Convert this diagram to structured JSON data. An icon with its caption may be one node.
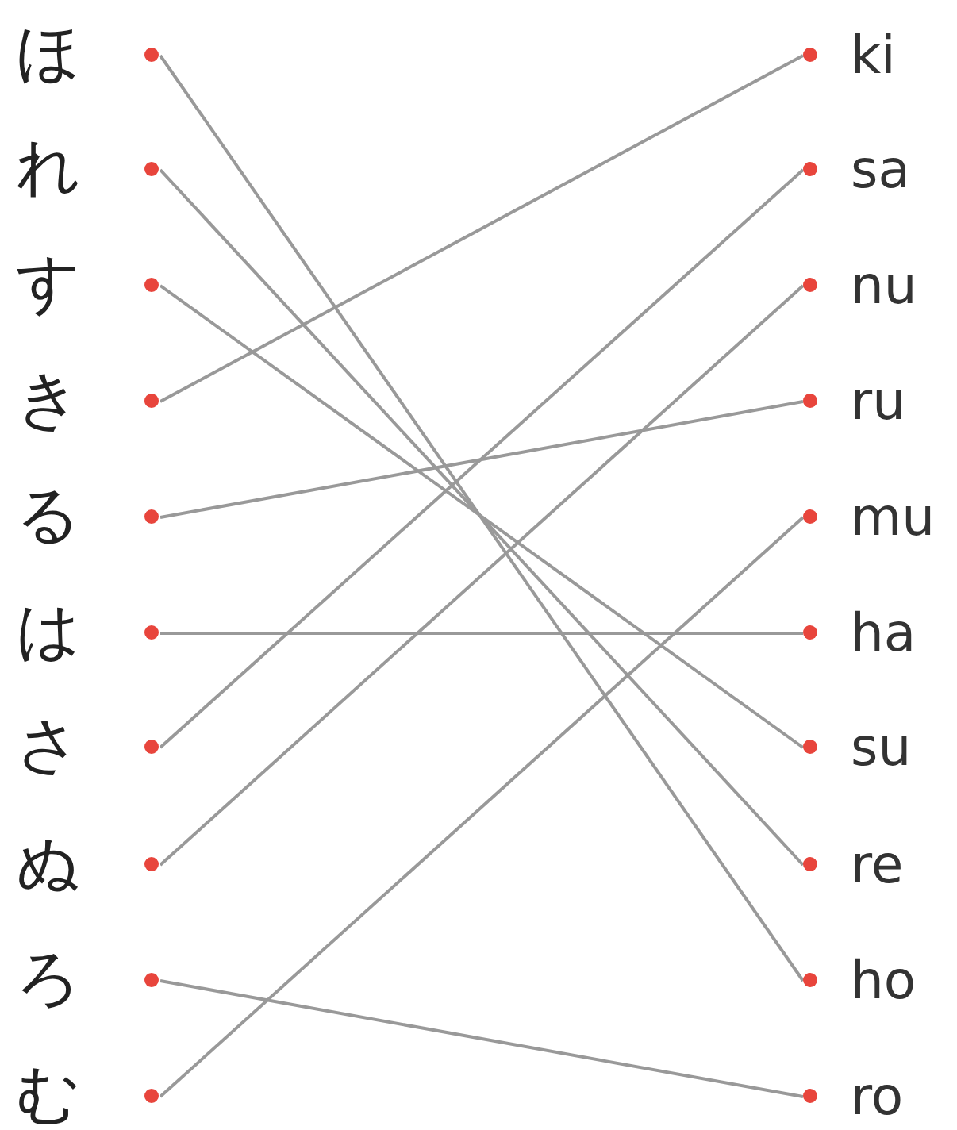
{
  "diagram": {
    "nodes": [
      {
        "text": [
          "ほ"
        ]
      },
      {
        "text": [
          "れ"
        ]
      },
      {
        "text": [
          "す"
        ]
      },
      {
        "text": [
          "き"
        ]
      },
      {
        "text": [
          "る"
        ]
      },
      {
        "text": [
          "は"
        ]
      },
      {
        "text": [
          "さ"
        ]
      },
      {
        "text": [
          "ぬ"
        ]
      },
      {
        "text": [
          "ろ"
        ]
      },
      {
        "text": [
          "む"
        ]
      },
      {
        "text": [
          "ki"
        ]
      },
      {
        "text": [
          "sa"
        ]
      },
      {
        "text": [
          "nu"
        ]
      },
      {
        "text": [
          "ru"
        ]
      },
      {
        "text": [
          "mu"
        ]
      },
      {
        "text": [
          "ha"
        ]
      },
      {
        "text": [
          "su"
        ]
      },
      {
        "text": [
          "re"
        ]
      },
      {
        "text": [
          "ho"
        ]
      },
      {
        "text": [
          "ro"
        ]
      }
    ],
    "edges": [
      {
        "from": 0,
        "to": 18,
        "arrow": "none"
      },
      {
        "from": 1,
        "to": 17,
        "arrow": "none"
      },
      {
        "from": 2,
        "to": 16,
        "arrow": "none"
      },
      {
        "from": 3,
        "to": 10,
        "arrow": "none"
      },
      {
        "from": 4,
        "to": 13,
        "arrow": "none"
      },
      {
        "from": 5,
        "to": 15,
        "arrow": "none"
      },
      {
        "from": 6,
        "to": 11,
        "arrow": "none"
      },
      {
        "from": 7,
        "to": 12,
        "arrow": "none"
      },
      {
        "from": 8,
        "to": 19,
        "arrow": "none"
      },
      {
        "from": 9,
        "to": 14,
        "arrow": "none"
      }
    ]
  }
}
